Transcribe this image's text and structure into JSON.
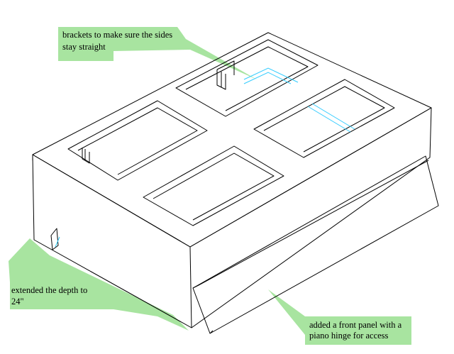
{
  "callouts": {
    "brackets": {
      "line1": "brackets to make sure the sides",
      "line2": "stay straight"
    },
    "depth": {
      "line1": "extended the depth to",
      "line2": "24\""
    },
    "front_panel": {
      "line1": "added a front panel with a",
      "line2": "piano hinge for access"
    }
  },
  "colors": {
    "callout_fill": "#a8e4a0",
    "line": "#000000",
    "hidden_line": "#33ccff",
    "background": "#ffffff"
  }
}
